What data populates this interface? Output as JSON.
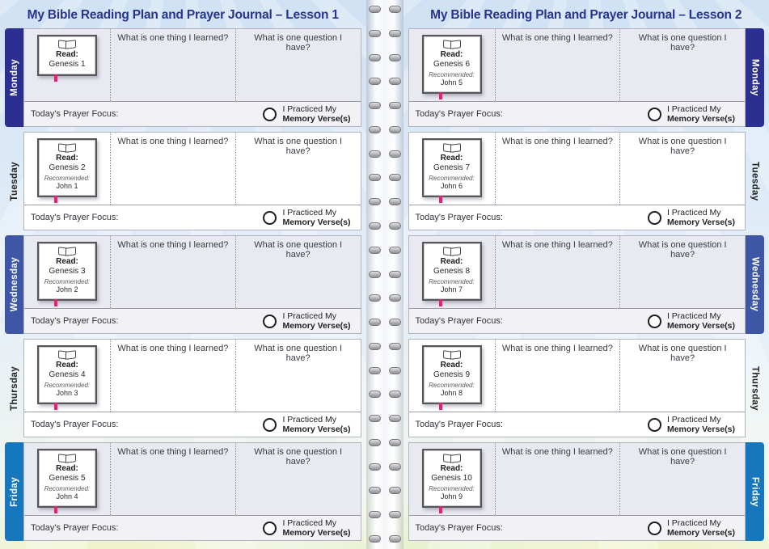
{
  "labels": {
    "read": "Read:",
    "recommended": "Recommended:",
    "q_learned": "What is one thing I learned?",
    "q_question": "What is one question I have?",
    "prayer_focus": "Today's Prayer Focus:",
    "practiced_line1": "I Practiced My",
    "practiced_line2": "Memory Verse(s)"
  },
  "colors": {
    "monday": "#2b2f90",
    "wednesday": "#3d56a6",
    "friday": "#1777bd",
    "title": "#27348b",
    "shaded_row": "#e9e9f1",
    "bookmark": "#ec1e79"
  },
  "binding": {
    "rings": 23
  },
  "pages": [
    {
      "title": "My Bible Reading Plan and Prayer Journal – Lesson 1",
      "days": [
        {
          "name": "Monday",
          "read": "Genesis 1",
          "recommended": ""
        },
        {
          "name": "Tuesday",
          "read": "Genesis 2",
          "recommended": "John 1"
        },
        {
          "name": "Wednesday",
          "read": "Genesis 3",
          "recommended": "John 2"
        },
        {
          "name": "Thursday",
          "read": "Genesis 4",
          "recommended": "John 3"
        },
        {
          "name": "Friday",
          "read": "Genesis 5",
          "recommended": "John 4"
        }
      ]
    },
    {
      "title": "My Bible Reading Plan and Prayer Journal – Lesson 2",
      "days": [
        {
          "name": "Monday",
          "read": "Genesis 6",
          "recommended": "John 5"
        },
        {
          "name": "Tuesday",
          "read": "Genesis 7",
          "recommended": "John 6"
        },
        {
          "name": "Wednesday",
          "read": "Genesis 8",
          "recommended": "John 7"
        },
        {
          "name": "Thursday",
          "read": "Genesis 9",
          "recommended": "John 8"
        },
        {
          "name": "Friday",
          "read": "Genesis 10",
          "recommended": "John 9"
        }
      ]
    }
  ]
}
